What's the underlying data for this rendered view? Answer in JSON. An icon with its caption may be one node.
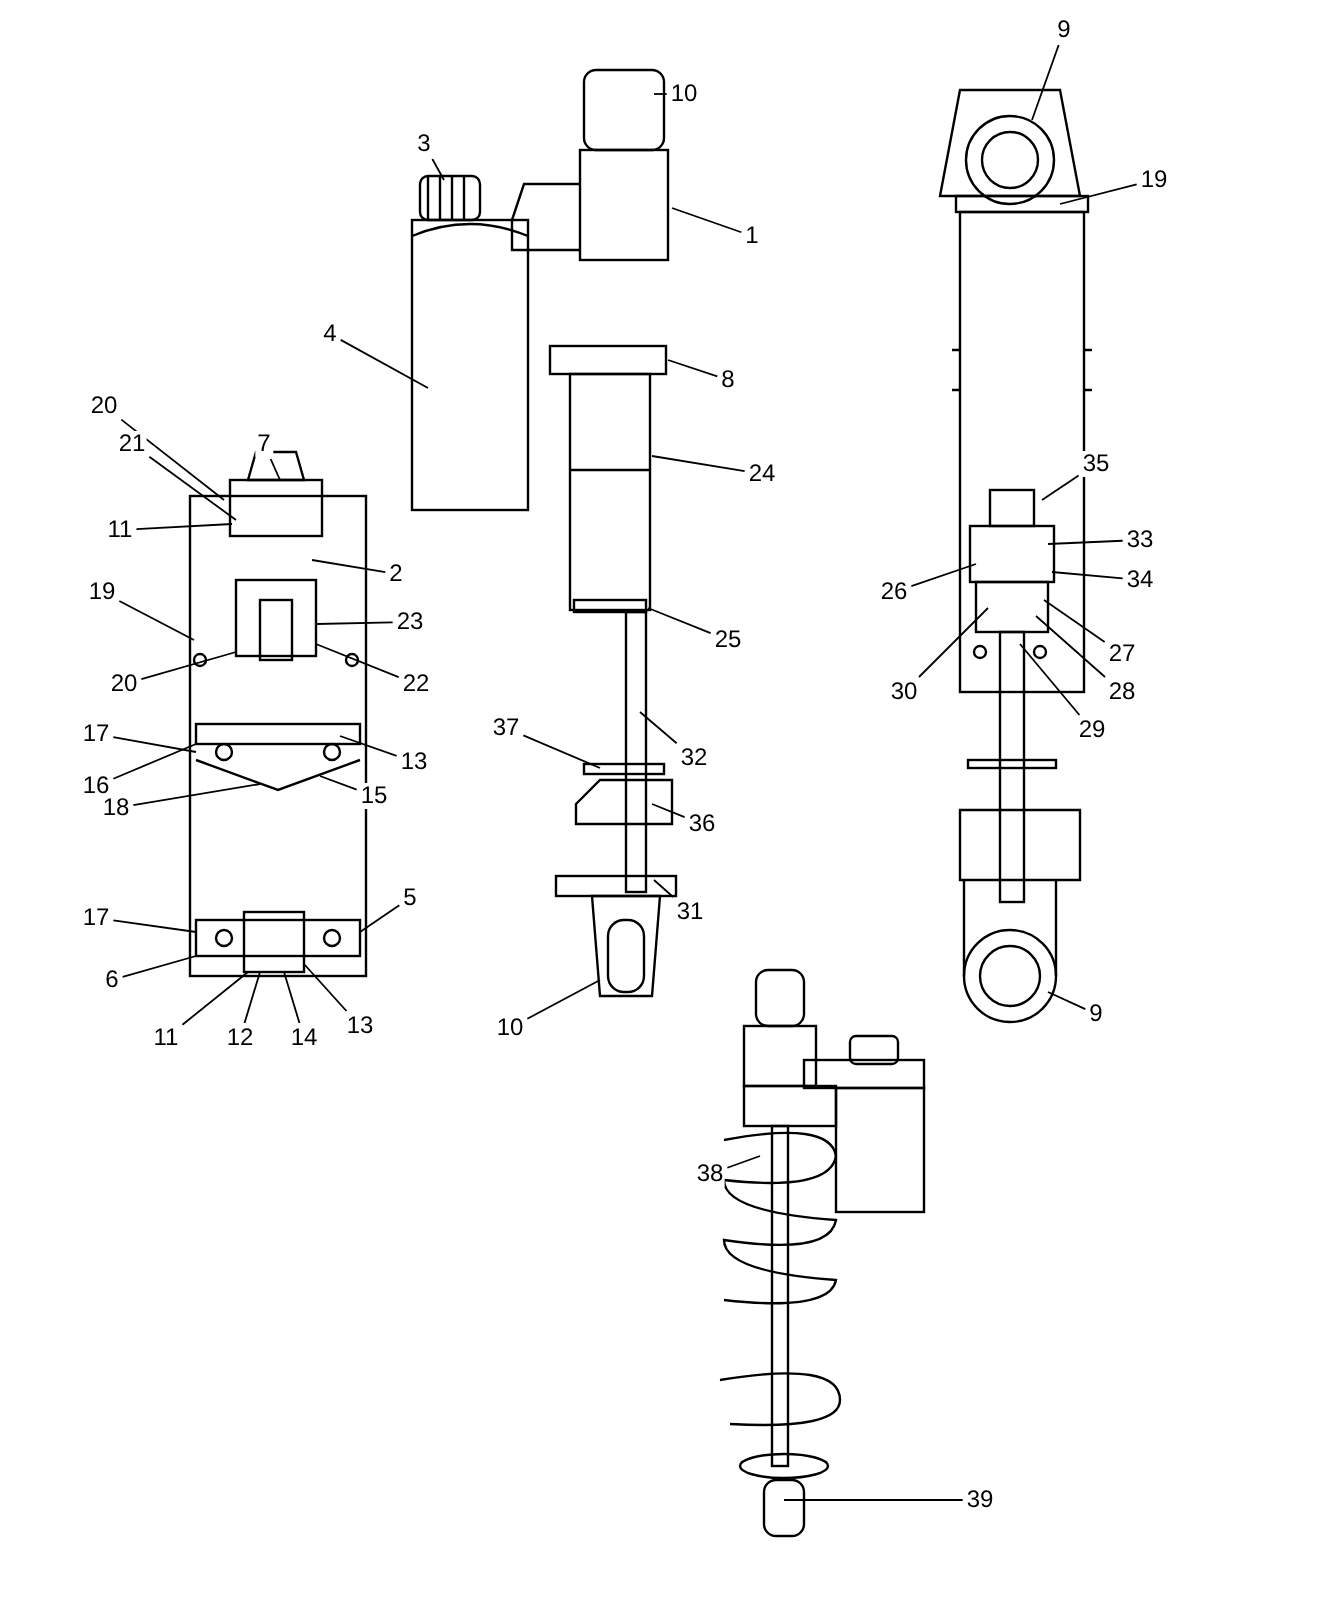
{
  "diagram": {
    "nodes": [
      {
        "text": [
          "10"
        ]
      },
      {
        "text": [
          "1"
        ]
      },
      {
        "text": [
          "3"
        ]
      },
      {
        "text": [
          "4"
        ]
      },
      {
        "text": [
          "8"
        ]
      },
      {
        "text": [
          "24"
        ]
      },
      {
        "text": [
          "25"
        ]
      },
      {
        "text": [
          "32"
        ]
      },
      {
        "text": [
          "37"
        ]
      },
      {
        "text": [
          "36"
        ]
      },
      {
        "text": [
          "31"
        ]
      },
      {
        "text": [
          "10"
        ]
      },
      {
        "text": [
          "9"
        ]
      },
      {
        "text": [
          "19"
        ]
      },
      {
        "text": [
          "35"
        ]
      },
      {
        "text": [
          "33"
        ]
      },
      {
        "text": [
          "34"
        ]
      },
      {
        "text": [
          "26"
        ]
      },
      {
        "text": [
          "27"
        ]
      },
      {
        "text": [
          "30"
        ]
      },
      {
        "text": [
          "28"
        ]
      },
      {
        "text": [
          "29"
        ]
      },
      {
        "text": [
          "9"
        ]
      },
      {
        "text": [
          "20"
        ]
      },
      {
        "text": [
          "21"
        ]
      },
      {
        "text": [
          "7"
        ]
      },
      {
        "text": [
          "11"
        ]
      },
      {
        "text": [
          "2"
        ]
      },
      {
        "text": [
          "19"
        ]
      },
      {
        "text": [
          "23"
        ]
      },
      {
        "text": [
          "20"
        ]
      },
      {
        "text": [
          "22"
        ]
      },
      {
        "text": [
          "17"
        ]
      },
      {
        "text": [
          "16"
        ]
      },
      {
        "text": [
          "13"
        ]
      },
      {
        "text": [
          "15"
        ]
      },
      {
        "text": [
          "18"
        ]
      },
      {
        "text": [
          "5"
        ]
      },
      {
        "text": [
          "17"
        ]
      },
      {
        "text": [
          "6"
        ]
      },
      {
        "text": [
          "11"
        ]
      },
      {
        "text": [
          "12"
        ]
      },
      {
        "text": [
          "14"
        ]
      },
      {
        "text": [
          "13"
        ]
      },
      {
        "text": [
          "38"
        ]
      },
      {
        "text": [
          "39"
        ]
      },
      {
        "text": [],
        "shape": "picture"
      }
    ],
    "edges": [
      {
        "from": 0,
        "to": null,
        "arrow": "none"
      },
      {
        "from": 1,
        "to": null,
        "arrow": "none"
      },
      {
        "from": 2,
        "to": null,
        "arrow": "none"
      },
      {
        "from": 3,
        "to": null,
        "arrow": "none"
      },
      {
        "from": 4,
        "to": null,
        "arrow": "none"
      },
      {
        "from": 5,
        "to": null,
        "arrow": "none"
      },
      {
        "from": 6,
        "to": null,
        "arrow": "none"
      },
      {
        "from": 7,
        "to": null,
        "arrow": "none"
      },
      {
        "from": 8,
        "to": null,
        "arrow": "none"
      },
      {
        "from": 9,
        "to": null,
        "arrow": "none"
      },
      {
        "from": 10,
        "to": null,
        "arrow": "none"
      },
      {
        "from": 11,
        "to": null,
        "arrow": "none"
      },
      {
        "from": 12,
        "to": null,
        "arrow": "none"
      },
      {
        "from": 13,
        "to": null,
        "arrow": "none"
      },
      {
        "from": 14,
        "to": null,
        "arrow": "none"
      },
      {
        "from": 15,
        "to": null,
        "arrow": "none"
      },
      {
        "from": 16,
        "to": null,
        "arrow": "none"
      },
      {
        "from": 17,
        "to": null,
        "arrow": "none"
      },
      {
        "from": 18,
        "to": null,
        "arrow": "none"
      },
      {
        "from": 19,
        "to": null,
        "arrow": "none"
      },
      {
        "from": 20,
        "to": null,
        "arrow": "none"
      },
      {
        "from": 21,
        "to": null,
        "arrow": "none"
      },
      {
        "from": 22,
        "to": null,
        "arrow": "none"
      },
      {
        "from": 23,
        "to": null,
        "arrow": "none"
      },
      {
        "from": 24,
        "to": null,
        "arrow": "none"
      },
      {
        "from": 25,
        "to": null,
        "arrow": "none"
      },
      {
        "from": 26,
        "to": null,
        "arrow": "none"
      },
      {
        "from": 27,
        "to": null,
        "arrow": "none"
      },
      {
        "from": 28,
        "to": null,
        "arrow": "none"
      },
      {
        "from": 29,
        "to": null,
        "arrow": "none"
      },
      {
        "from": 30,
        "to": null,
        "arrow": "none"
      },
      {
        "from": 31,
        "to": null,
        "arrow": "none"
      },
      {
        "from": 32,
        "to": null,
        "arrow": "none"
      },
      {
        "from": 33,
        "to": null,
        "arrow": "none"
      },
      {
        "from": 34,
        "to": null,
        "arrow": "none"
      },
      {
        "from": 35,
        "to": null,
        "arrow": "none"
      },
      {
        "from": 36,
        "to": null,
        "arrow": "none"
      },
      {
        "from": 37,
        "to": null,
        "arrow": "none"
      },
      {
        "from": 38,
        "to": null,
        "arrow": "none"
      },
      {
        "from": 39,
        "to": null,
        "arrow": "none"
      },
      {
        "from": 40,
        "to": null,
        "arrow": "none"
      },
      {
        "from": 41,
        "to": null,
        "arrow": "none"
      },
      {
        "from": 42,
        "to": null,
        "arrow": "none"
      },
      {
        "from": 43,
        "to": null,
        "arrow": "none"
      },
      {
        "from": 44,
        "to": 46,
        "arrow": "none"
      },
      {
        "from": 45,
        "to": 46,
        "arrow": "none"
      }
    ]
  }
}
